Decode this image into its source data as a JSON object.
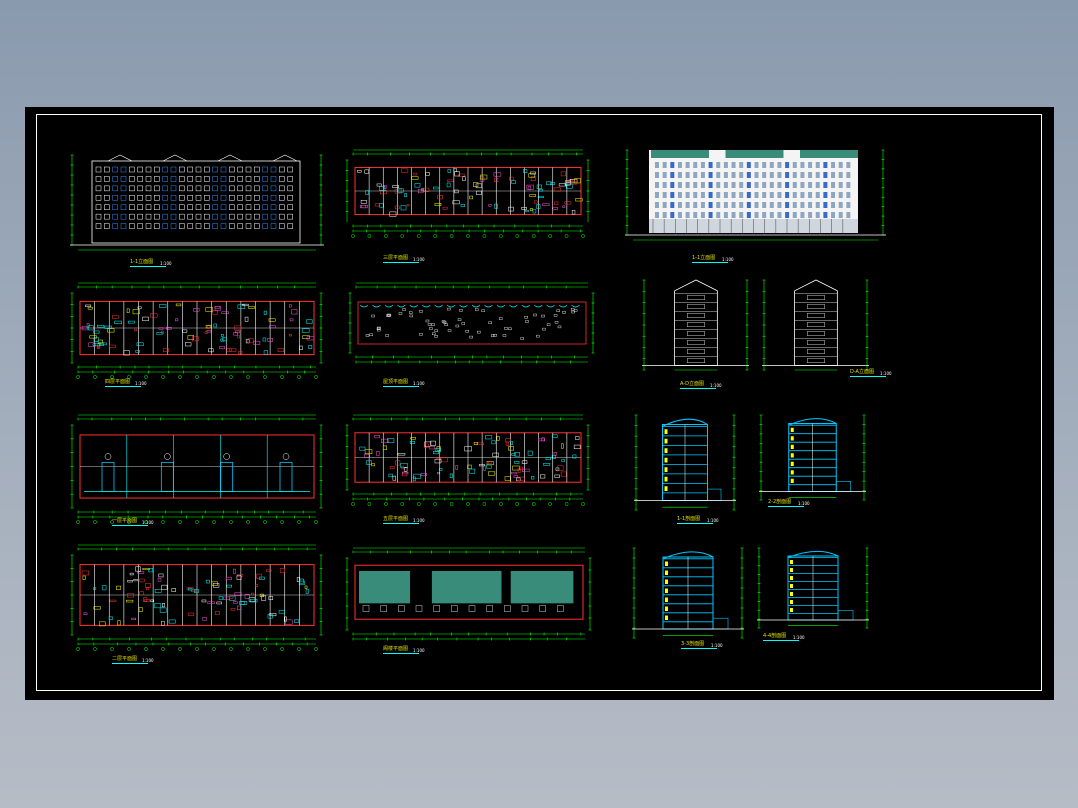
{
  "colors": {
    "canvas": "#000000",
    "frame": "#ffffff",
    "dim_green": "#00ff00",
    "wall_red": "#ff3030",
    "stair_cyan": "#00c8ff",
    "text_yellow": "#e0e000",
    "roof_teal": "#3a8c7a"
  },
  "drawings": [
    {
      "id": "elev-front-left",
      "kind": "elevation",
      "title": "1-1立面图",
      "scale": "1:100"
    },
    {
      "id": "plan-3",
      "kind": "floor-plan",
      "title": "三层平面图",
      "scale": "1:100"
    },
    {
      "id": "elev-front-right",
      "kind": "elevation-color",
      "title": "1-1立面图",
      "scale": "1:100"
    },
    {
      "id": "plan-roof",
      "kind": "roof-plan",
      "title": "屋顶平面图",
      "scale": "1:100"
    },
    {
      "id": "plan-4",
      "kind": "floor-plan",
      "title": "四层平面图",
      "scale": "1:100"
    },
    {
      "id": "elev-side-a",
      "kind": "side-elevation",
      "title": "A-D立面图",
      "scale": "1:100"
    },
    {
      "id": "elev-side-b",
      "kind": "side-elevation",
      "title": "D-A立面图",
      "scale": "1:100"
    },
    {
      "id": "plan-1",
      "kind": "ground-plan",
      "title": "一层平面图",
      "scale": "1:100"
    },
    {
      "id": "plan-5",
      "kind": "floor-plan",
      "title": "五层平面图",
      "scale": "1:100"
    },
    {
      "id": "section-a",
      "kind": "section",
      "title": "1-1剖面图",
      "scale": "1:100"
    },
    {
      "id": "section-b",
      "kind": "section",
      "title": "2-2剖面图",
      "scale": "1:100"
    },
    {
      "id": "plan-2",
      "kind": "floor-plan",
      "title": "二层平面图",
      "scale": "1:100"
    },
    {
      "id": "plan-attic",
      "kind": "attic-plan",
      "title": "阁楼平面图",
      "scale": "1:100"
    },
    {
      "id": "section-c",
      "kind": "section",
      "title": "3-3剖面图",
      "scale": "1:100"
    },
    {
      "id": "section-d",
      "kind": "section",
      "title": "4-4剖面图",
      "scale": "1:100"
    }
  ]
}
